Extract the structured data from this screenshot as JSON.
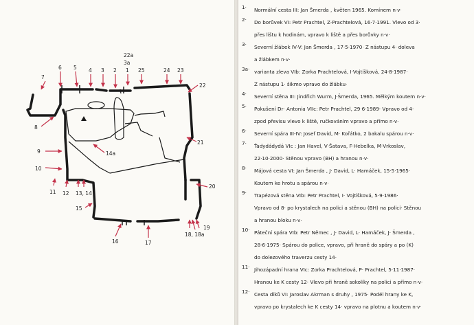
{
  "map": {
    "labels": {
      "l7": "7",
      "l6": "6",
      "l5": "5",
      "l4": "4",
      "l3": "3",
      "l2": "2",
      "l1": "1",
      "l22a": "22a",
      "l3a": "3a",
      "l25": "25",
      "l24": "24",
      "l23": "23",
      "l22": "22",
      "l8": "8",
      "l9": "9",
      "l10": "10",
      "l21": "21",
      "l14a": "14a",
      "l11": "11",
      "l12": "12",
      "l1314": "13, 14",
      "l15": "15",
      "l20": "20",
      "l16": "16",
      "l17": "17",
      "l19": "19",
      "l1818a": "18, 18a"
    }
  },
  "routes": [
    {
      "num": "1·",
      "lines": [
        "Normální cesta III: Jan Šmerda , květen 1965. Komínem n·v·"
      ]
    },
    {
      "num": "2·",
      "lines": [
        "Do borůvek VI: Petr Prachtel, Z·Prachtelová, 16·7·1991. Vlevo od 3·",
        "přes lištu k hodinám, vpravo k liště a přes borůvky n·v·"
      ]
    },
    {
      "num": "3·",
      "lines": [
        "Severní žlábek IV-V: Jan Šmerda , 17·5·1970· Z nástupu 4· dolevа",
        "a žlábkem n·v·"
      ]
    },
    {
      "num": "3a·",
      "lines": [
        "varianta zleva VIb: Zorka Prachtelová, I·Vojtíšková, 24·8·1987·",
        "Z nástupu 1· šikmo vpravo do žlábku·"
      ]
    },
    {
      "num": "4·",
      "lines": [
        "Severní stěna III: Jindřich Wurm, J·Šmerda, 1965. Mělkým koutem n·v·"
      ]
    },
    {
      "num": "5·",
      "lines": [
        "Pokušení Dr· Antonia VIIc: Petr Prachtel, 29·6·1989· Vpravo od 4·",
        "zpod převisu vlevo k liště, ručkováním vpravo a přímo n·v·"
      ]
    },
    {
      "num": "6·",
      "lines": [
        "Severní spára III-IV: Josef David, M· Kořátko, 2 bakalu spárou n·v·"
      ]
    },
    {
      "num": "7·",
      "lines": [
        "Ťadydádydá VIc : Jan Havel, V·Šatava, F·Hebelka, M·Vrkoslav,",
        "22·10·2000· Stěnou vpravo (BH) a hranou n·v·"
      ]
    },
    {
      "num": "8·",
      "lines": [
        "Májová cesta VI: Jan Šmerda , J· David, L· Hamáček, 15·5·1965·",
        "Koutem ke hrotu a spárou n·v·"
      ]
    },
    {
      "num": "9·",
      "lines": [
        "Trapézová stěna VIb: Petr Prachtel, I· Vojtíšková, 5·9·1986·",
        "Vpravo od 8· po krystalech na polici a stěnou (BH) na polici· Stěnou",
        "a hranou bloku n·v·"
      ]
    },
    {
      "num": "10·",
      "lines": [
        "Páteční spára VIb: Petr Němec , J· David, L· Hamáček, J· Šmerda ,",
        "28·6·1975· Spárou do police, vpravo, při hraně do spáry a po (K)",
        "do dolezového traverzu cesty 14·"
      ]
    },
    {
      "num": "11·",
      "lines": [
        "Jihozápadní hrana VIc: Zorka Prachtelová, P· Prachtel, 5·11·1987·",
        "Hranou ke K cesty 12· Vlevo při hraně sokolíky na polici a přímo n·v·"
      ]
    },
    {
      "num": "12·",
      "lines": [
        "Cesta díků VI: Jaroslav Akrman s druhy , 1975· Podél hrany ke K,",
        "vpravo po krystalech ke K cesty 14· vpravo na plotnu a koutem n·v·"
      ]
    }
  ]
}
